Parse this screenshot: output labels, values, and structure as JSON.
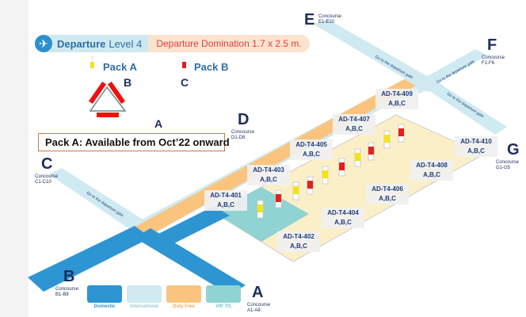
{
  "header": {
    "departure": "Departure",
    "level": "Level 4",
    "domination": "Departure Domination 1.7 x 2.5 m."
  },
  "packs": {
    "a": "Pack A",
    "b": "Pack B"
  },
  "sides": {
    "a": "A",
    "b": "B",
    "c": "C"
  },
  "notice": "Pack A: Available from Oct’22 onward",
  "gates": [
    {
      "id": "AD-T4-401",
      "sides": "A,B,C"
    },
    {
      "id": "AD-T4-402",
      "sides": "A,B,C"
    },
    {
      "id": "AD-T4-403",
      "sides": "A,B,C"
    },
    {
      "id": "AD-T4-404",
      "sides": "A,B,C"
    },
    {
      "id": "AD-T4-405",
      "sides": "A,B,C"
    },
    {
      "id": "AD-T4-406",
      "sides": "A,B,C"
    },
    {
      "id": "AD-T4-407",
      "sides": "A,B,C"
    },
    {
      "id": "AD-T4-408",
      "sides": "A,B,C"
    },
    {
      "id": "AD-T4-409",
      "sides": "A,B,C"
    },
    {
      "id": "AD-T4-410",
      "sides": "A,B,C"
    }
  ],
  "concourses": [
    {
      "letter": "A",
      "range": "Concourse A1-A8"
    },
    {
      "letter": "B",
      "range": "Concourse B1-B8"
    },
    {
      "letter": "C",
      "range": "Concourse C1-C10"
    },
    {
      "letter": "D",
      "range": "Concourse D1-D8"
    },
    {
      "letter": "E",
      "range": "Concourse E1-E10"
    },
    {
      "letter": "F",
      "range": "Concourse F1-F6"
    },
    {
      "letter": "G",
      "range": "Concourse G1-G5"
    }
  ],
  "directions": "Go to the departure gate",
  "legend": [
    {
      "label": "Domestic",
      "color": "#2e95d3"
    },
    {
      "label": "International",
      "color": "#cfeaf0"
    },
    {
      "label": "Duty Free",
      "color": "#fbc47e"
    },
    {
      "label": "VIP TG",
      "color": "#8fd3d3"
    }
  ]
}
